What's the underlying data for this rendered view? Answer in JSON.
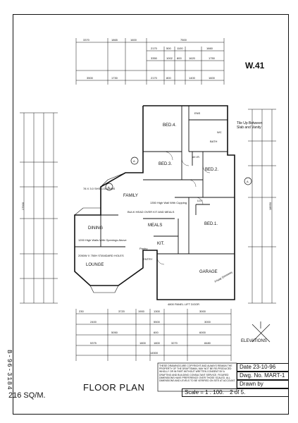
{
  "sheet": {
    "number": "W.41",
    "title": "FLOOR PLAN",
    "area": "216 SQ/M.",
    "serial": "B-96-3184",
    "elevations_label": "ELEVATIONS",
    "elevations_upper": "Tile Up Between Slab and Vanity",
    "copyright_note": "These drawings are copyright and always remain the property of the draftsman, may not be re-produced wholly or in part without written consent by a drafting and building consultant service. Figured dimensions have preference over those scaled. All dimensions and levels to be verified on site at account."
  },
  "title_block": {
    "date": "Date  23-10-96",
    "dwg_no": "Dwg. No. MART-1",
    "drawn_by": "Drawn by",
    "scale": "Scale = 1 : 100.",
    "page": "2 of 5."
  },
  "rooms": {
    "bed4": "BED.4.",
    "bed3": "BED.3.",
    "bed2": "BED.2.",
    "bed1": "BED.1.",
    "family": "FAMILY",
    "meals": "MEALS",
    "kit": "KIT.",
    "dining": "DINING",
    "lounge": "LOUNGE",
    "garage": "GARAGE",
    "entry": "ENTRY",
    "ens": "ENS",
    "wc": "WC",
    "bath": "BATH",
    "ldy": "LDY"
  },
  "labels": {
    "marker_a": "A",
    "columns": "78 X 3.0 SHS COLUMNS",
    "wall_cupping": "1350 High Wall With Cupping",
    "bulkhead": "BULK HEAD OVER KIT AND MEALS",
    "dining_wall": "1200 High Walls With Openings Above",
    "door_note": "2050W X 750H STANDARD HOLES",
    "garage_door": "4800 PANEL LIFT DOOR",
    "driveway": "F/way Driveway",
    "pantry": "Pantry",
    "wir": "W.I.R."
  },
  "dimensions": {
    "top_row1": [
      "3370",
      "1865",
      "1600",
      "7500"
    ],
    "top_row2": [
      "2170",
      "500",
      "1100",
      "1660"
    ],
    "top_row3": [
      "3350",
      "1002",
      "800",
      "1620",
      "1750"
    ],
    "top_row4": [
      "3500",
      "1730",
      "2170",
      "800",
      "1400",
      "1600"
    ],
    "bottom_row1": [
      "230",
      "3720",
      "1900",
      "1300",
      "3000"
    ],
    "bottom_row2": [
      "5050",
      "600",
      "6000"
    ],
    "bottom_row3": [
      "2400",
      "5500",
      "3000"
    ],
    "bottom_row4": [
      "5375",
      "1800",
      "1800",
      "3270",
      "8480"
    ],
    "bottom_total": "14500",
    "left_total": "17900",
    "right_total": "18650"
  }
}
